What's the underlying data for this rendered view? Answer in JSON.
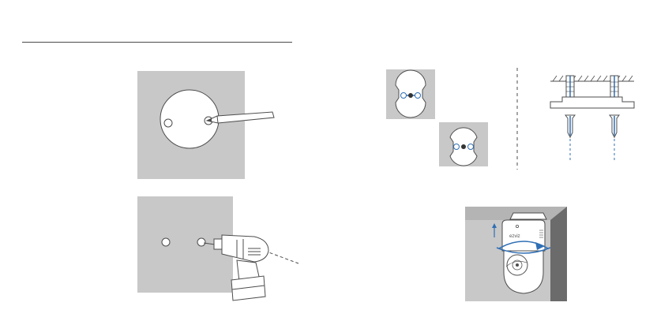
{
  "brand": {
    "text": "ezviz"
  },
  "colors": {
    "panel_gray": "#c8c8c8",
    "line": "#4d4d4d",
    "accent_blue": "#2f6fb5",
    "wall_dark": "#6b6b6b",
    "camera_white": "#ffffff"
  },
  "icons": {
    "step1": "template-on-wall-with-pencil",
    "step2": "drill-holes-in-wall",
    "step3a": "mount-base-orientation-a",
    "step3b": "mount-base-orientation-b",
    "step4": "anchors-and-screws-cross-section",
    "step5": "camera-twist-lock-onto-ceiling-mount"
  }
}
